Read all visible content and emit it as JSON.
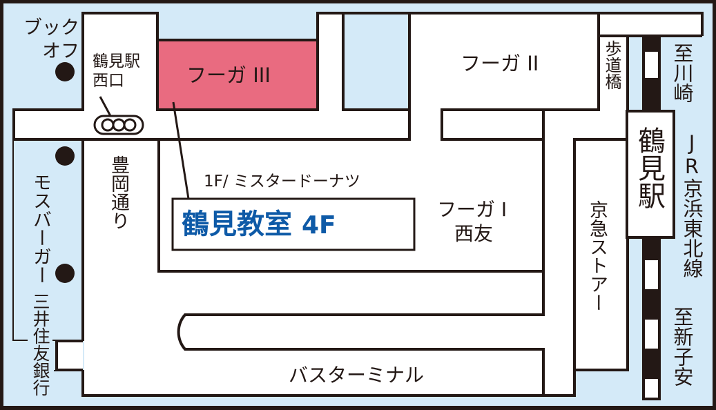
{
  "map": {
    "colors": {
      "background": "#d4eaf8",
      "road": "#ffffff",
      "outline": "#231815",
      "highlight_building": "#e96b80",
      "school_label": "#0e5aa7"
    },
    "landmarks": {
      "book_off": "ブックオフ",
      "mos_burger": "モスバーガー",
      "smbc": "三井住友銀行",
      "west_exit": "鶴見駅西口",
      "toyooka_street": "豊岡通り",
      "fuga3": "フーガ III",
      "fuga2": "フーガ II",
      "fuga1": "フーガ I",
      "seiyu": "西友",
      "pedestrian_bridge": "歩道橋",
      "keikyu_store": "京急ストアー",
      "bus_terminal": "バスターミナル",
      "first_floor": "1F/ ミスタードーナツ"
    },
    "school": {
      "name": "鶴見教室",
      "floor": "4F"
    },
    "station": {
      "name": "鶴見駅",
      "line": "JR京浜東北線",
      "to_north": "至川崎",
      "to_south": "至新子安"
    }
  }
}
